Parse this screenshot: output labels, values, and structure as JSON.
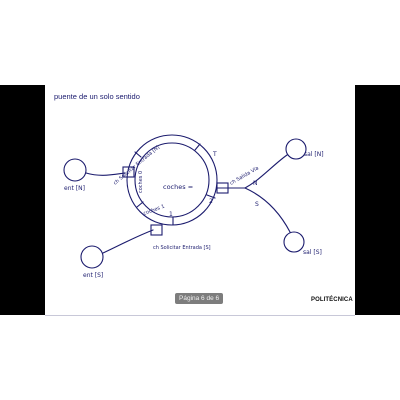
{
  "slide": {
    "title": "puente de un solo sentido",
    "diagram": {
      "left_in": "ent [N]",
      "left_out": "ent [S]",
      "right_top": "sal [N]",
      "right_bottom": "sal [S]",
      "channel_top": "ch Solicitar Entrada [N]",
      "channel_bottom": "ch Solicitar Entrada [S]",
      "channel_right": "ch Salida Vía",
      "ring_label": "coches =",
      "ring_label_left": "coches 0",
      "ring_label_lower": "coches 1",
      "mark_T": "T",
      "mark_2": "2",
      "mark_1": "1",
      "mark_N": "N",
      "mark_S": "S"
    }
  },
  "viewer": {
    "page_indicator": "Página 6 de 6",
    "brand": "POLITÉCNICA"
  }
}
